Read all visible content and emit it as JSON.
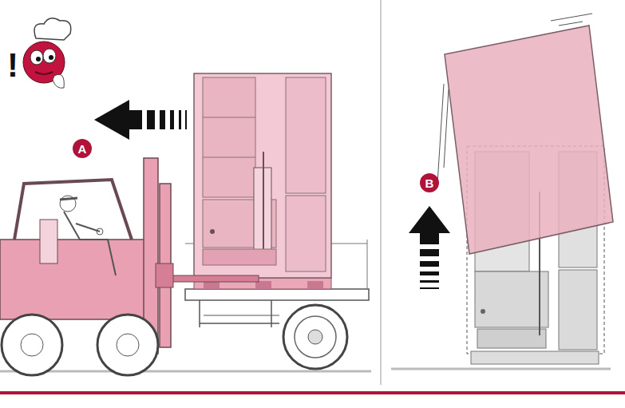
{
  "diagram": {
    "labels": [
      "!",
      "A",
      "B"
    ]
  }
}
